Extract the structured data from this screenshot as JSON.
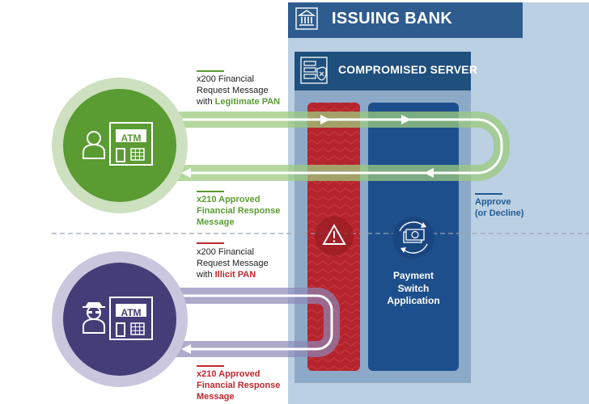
{
  "bank": {
    "title": "ISSUING BANK",
    "icon": "bank-icon"
  },
  "server": {
    "title": "COMPROMISED SERVER",
    "icon": "server-shield-icon"
  },
  "legit_request": {
    "line1": "x200 Financial",
    "line2": "Request Message",
    "line3_prefix": "with",
    "line3_highlight": "Legitimate PAN"
  },
  "legit_response": {
    "line1": "x210 Approved",
    "line2": "Financial Response",
    "line3": "Message"
  },
  "approve": {
    "line1": "Approve",
    "line2": "(or Decline)"
  },
  "illicit_request": {
    "line1": "x200 Financial",
    "line2": "Request Message",
    "line3_prefix": "with",
    "line3_highlight": "Illicit PAN"
  },
  "illicit_response": {
    "line1": "x210 Approved",
    "line2": "Financial Response",
    "line3": "Message"
  },
  "payment_switch": {
    "line1": "Payment",
    "line2": "Switch",
    "line3": "Application",
    "icon": "money-cycle-icon"
  },
  "atm_label": "ATM",
  "colors": {
    "bank_blue": "#2f5c8f",
    "bank_bg": "#bcd0e4",
    "server_bg": "#8ca9c7",
    "server_header": "#1f4f7d",
    "red_column": "#b5242c",
    "switch_blue": "#1d4f8c",
    "legit_green": "#5a9b32",
    "illicit_purple": "#433e78"
  }
}
